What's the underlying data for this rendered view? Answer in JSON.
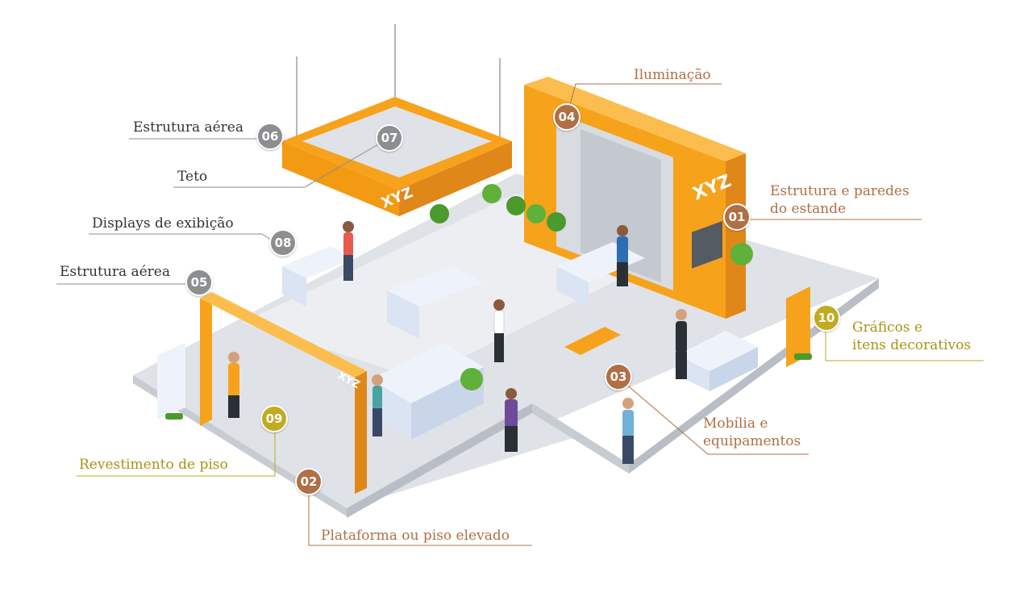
{
  "callouts": [
    {
      "number": "01",
      "label": "Estrutura e paredes",
      "label2": "do estande",
      "color": "brown"
    },
    {
      "number": "02",
      "label": "Plataforma ou piso elevado",
      "color": "brown"
    },
    {
      "number": "03",
      "label": "Mobília e",
      "label2": "equipamentos",
      "color": "brown"
    },
    {
      "number": "04",
      "label": "Iluminação",
      "color": "brown"
    },
    {
      "number": "05",
      "label": "Estrutura aérea",
      "color": "grey"
    },
    {
      "number": "06",
      "label": "Estrutura aérea",
      "color": "grey"
    },
    {
      "number": "07",
      "label": "Teto",
      "color": "grey"
    },
    {
      "number": "08",
      "label": "Displays de exibição",
      "color": "grey"
    },
    {
      "number": "09",
      "label": "Revestimento de piso",
      "color": "gold"
    },
    {
      "number": "10",
      "label": "Gráficos e",
      "label2": "itens decorativos",
      "color": "gold"
    }
  ],
  "booth_brand": "XYZ",
  "colors": {
    "orange": "#f7a21b",
    "dark_orange": "#e0871a",
    "brown": "#b06f45",
    "gold": "#c2aa22",
    "grey": "#8c8e90",
    "floor": "#e6e8ec"
  }
}
